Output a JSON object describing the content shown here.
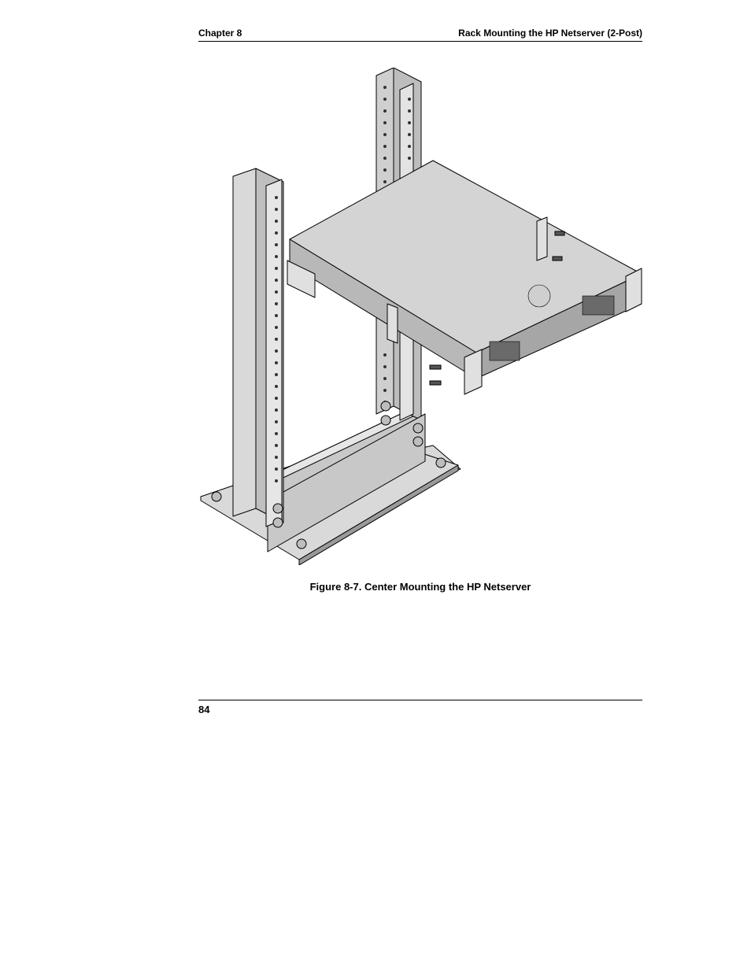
{
  "header": {
    "chapter": "Chapter 8",
    "section_title": "Rack Mounting the HP Netserver (2-Post)"
  },
  "figure": {
    "caption": "Figure 8-7. Center Mounting the HP Netserver"
  },
  "footer": {
    "page_number": "84"
  },
  "colors": {
    "metal_light": "#d9d9d9",
    "metal_mid": "#bdbdbd",
    "metal_dark": "#9a9a9a",
    "outline": "#000000"
  }
}
